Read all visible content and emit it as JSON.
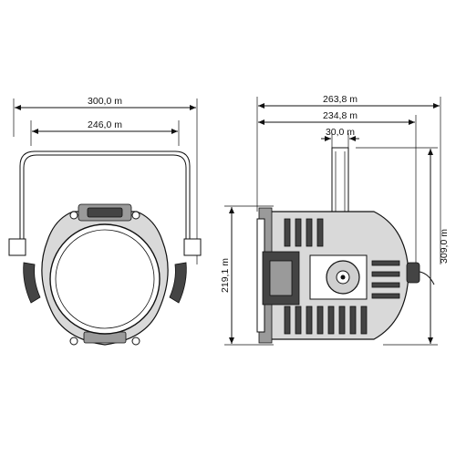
{
  "front_view": {
    "dim_total_width": "300,0 m",
    "dim_yoke_width": "246,0 m"
  },
  "side_view": {
    "dim_total_depth": "263,8 m",
    "dim_body_depth": "234,8 m",
    "dim_yoke_arm": "30,0 m",
    "dim_body_height": "219,1 m",
    "dim_total_height": "309,0 m"
  },
  "colors": {
    "line": "#111111",
    "body": "#d9d9d9",
    "dark_part": "#444444"
  }
}
